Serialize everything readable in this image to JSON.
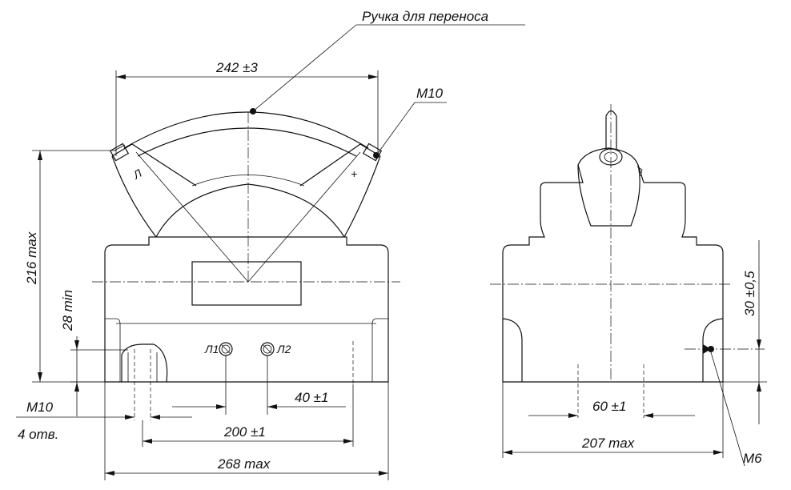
{
  "drawing": {
    "handle_label": "Ручка для переноса",
    "front_view": {
      "dim_overall_width": "242 ±3",
      "thread_top": "M10",
      "dim_height": "216 max",
      "dim_min_height": "28 min",
      "thread_bottom": "M10",
      "holes_count": "4 отв.",
      "dim_terminal_spacing": "40 ±1",
      "dim_mount_spacing": "200 ±1",
      "dim_base_width": "268 max",
      "terminal_left_mark": "Л1",
      "terminal_right_mark": "Л2",
      "polarity_left": "Л",
      "polarity_right": "+"
    },
    "side_view": {
      "dim_ground_height": "30 ±0,5",
      "dim_slot_spacing": "60 ±1",
      "dim_depth": "207 max",
      "thread_ground": "M6"
    }
  }
}
